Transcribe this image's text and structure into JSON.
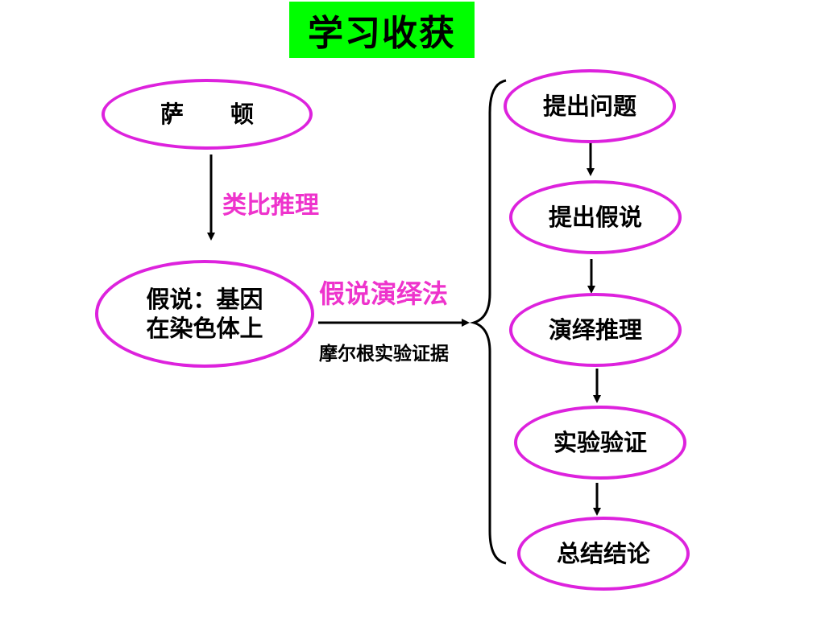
{
  "title": "学习收获",
  "left": {
    "top_node": "萨　　顿",
    "analogy_label": "类比推理",
    "hypothesis_line1": "假说：基因",
    "hypothesis_line2": "在染色体上",
    "method_label": "假说演绎法",
    "evidence_label": "摩尔根实验证据"
  },
  "steps": [
    "提出问题",
    "提出假说",
    "演绎推理",
    "实验验证",
    "总结结论"
  ],
  "colors": {
    "title_bg": "#00ff00",
    "ellipse_border": "#dd22dd",
    "label_accent": "#ee33cc"
  }
}
